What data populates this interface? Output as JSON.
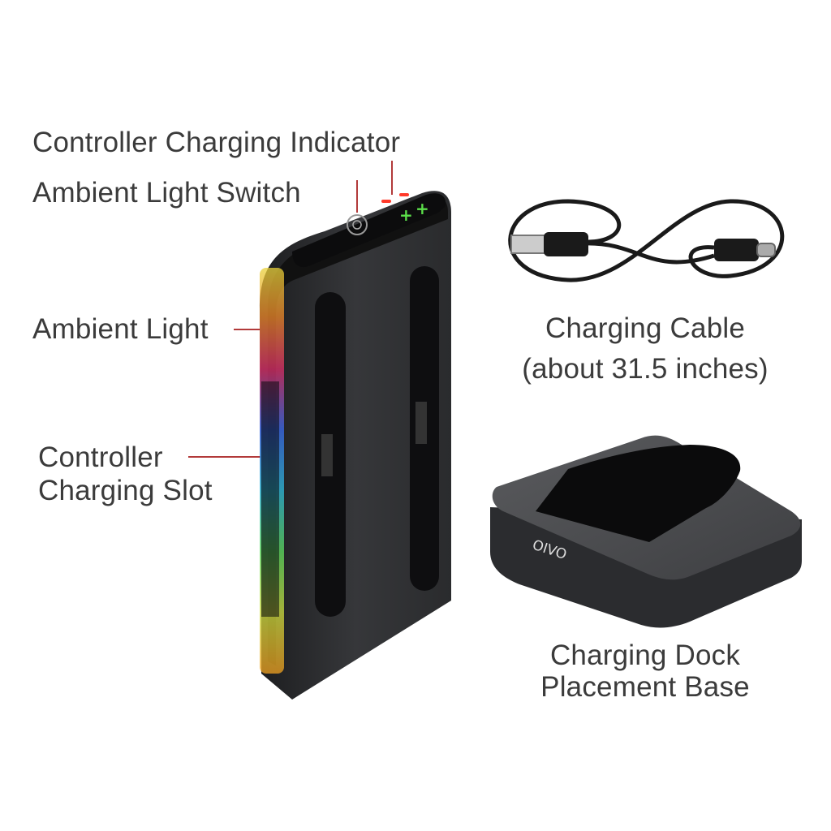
{
  "labels": {
    "indicator": "Controller Charging Indicator",
    "switch": "Ambient Light Switch",
    "ambient_light": "Ambient Light",
    "slot_line1": "Controller",
    "slot_line2": "Charging Slot",
    "cable_line1": "Charging Cable",
    "cable_line2": "(about 31.5 inches)",
    "dock_line1": "Charging Dock",
    "dock_line2": "Placement Base"
  },
  "brand_logo": "OIVO",
  "colors": {
    "text": "#3b3b3b",
    "leader": "#b23a3a",
    "body": "#2a2b2d",
    "led_red": "#ff3a2a",
    "led_green": "#5ce04a"
  }
}
